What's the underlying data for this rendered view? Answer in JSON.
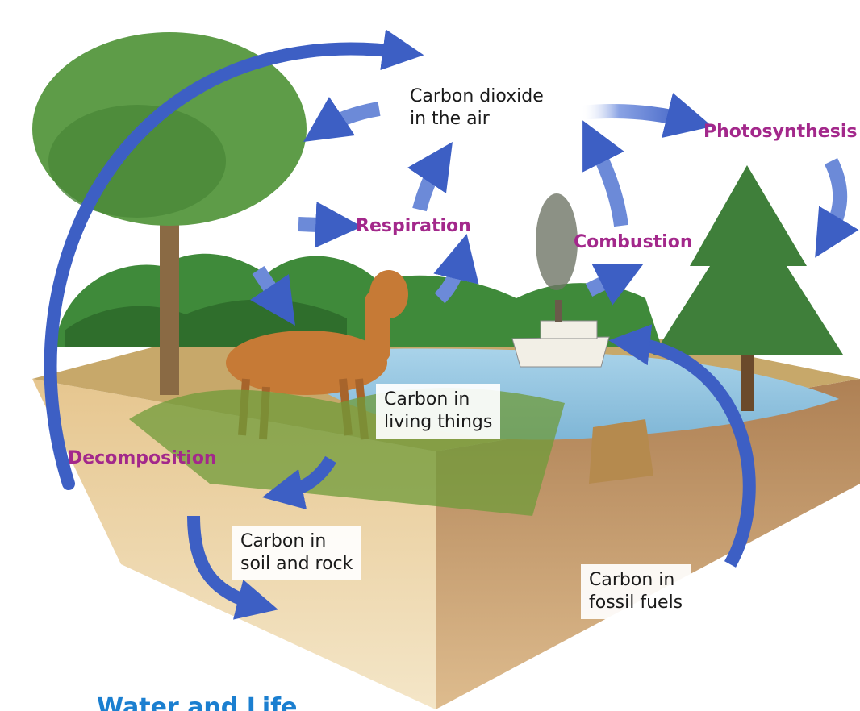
{
  "nodes": {
    "co2_air": "Carbon dioxide\nin the air",
    "living": "Carbon in\nliving things",
    "soil": "Carbon in\nsoil and rock",
    "fossil": "Carbon in\nfossil fuels"
  },
  "processes": {
    "photosynthesis": "Photosynthesis",
    "respiration": "Respiration",
    "combustion": "Combustion",
    "decomposition": "Decomposition"
  },
  "next_section_heading": "Water and Life",
  "colors": {
    "arrow": "#3d5fc4",
    "process_label": "#a3288b",
    "heading": "#1b7fd0",
    "water": "#8fc3de",
    "soil": "#d9b77e",
    "foliage": "#3f8a3a"
  }
}
